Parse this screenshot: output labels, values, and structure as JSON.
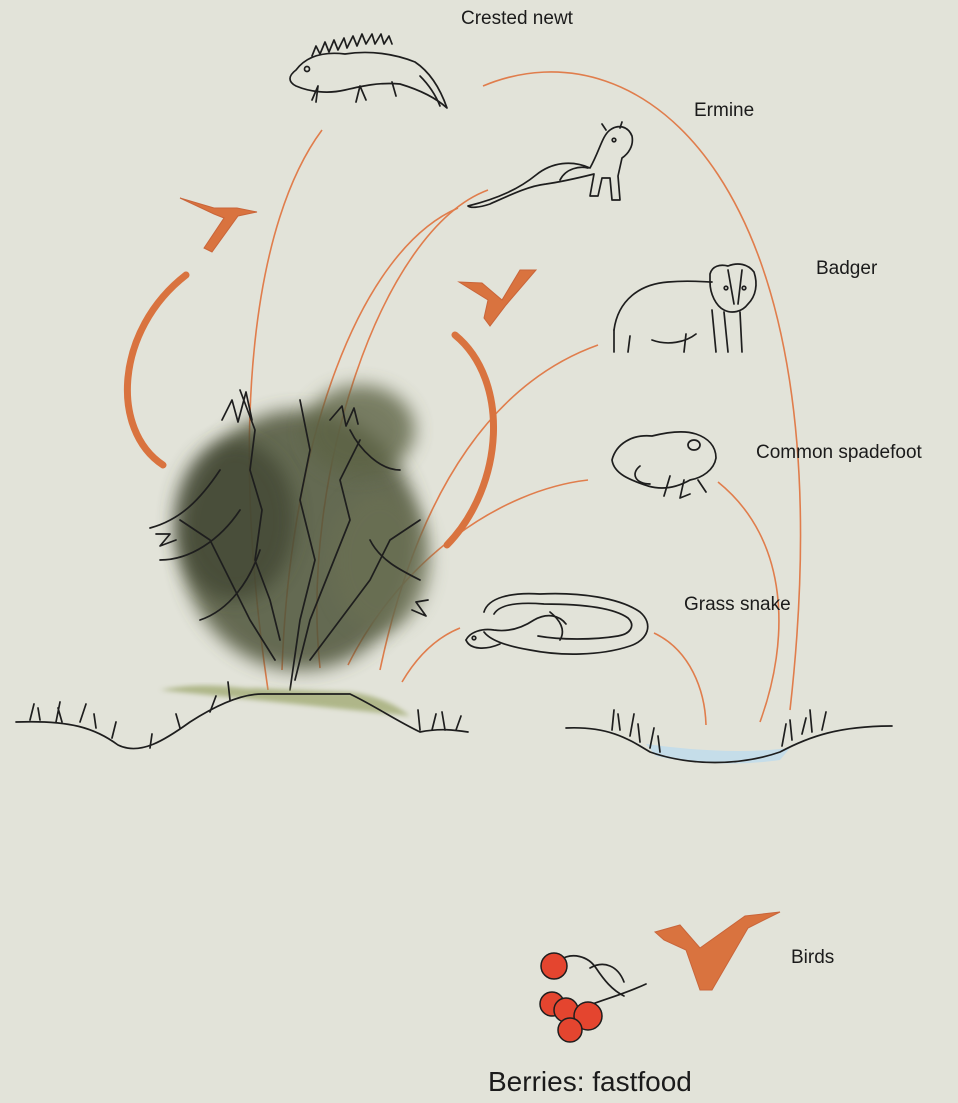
{
  "labels": {
    "crested_newt": "Crested newt",
    "ermine": "Ermine",
    "badger": "Badger",
    "common_spadefoot": "Common spadefoot",
    "grass_snake": "Grass snake",
    "birds": "Birds",
    "caption": "Berries: fastfood"
  },
  "colors": {
    "background": "#e2e3d9",
    "connector": "#e07d4c",
    "bird": "#d9733f",
    "berry": "#e4452f",
    "bush": "#4c5237",
    "water": "#c5dde9"
  },
  "icons": [
    "crested-newt-icon",
    "ermine-icon",
    "badger-icon",
    "spadefoot-toad-icon",
    "grass-snake-icon",
    "bird-icon",
    "berries-icon",
    "bush-icon",
    "pond-icon"
  ]
}
